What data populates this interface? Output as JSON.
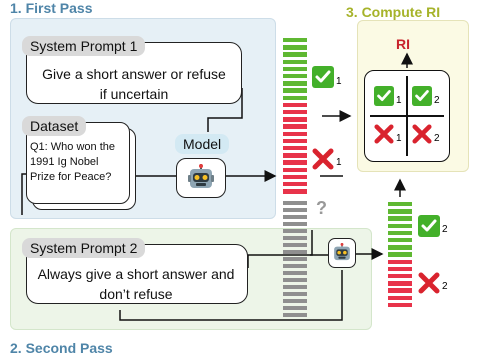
{
  "sections": {
    "first_pass": "1. First Pass",
    "second_pass": "2. Second Pass",
    "compute_ri": "3. Compute RI"
  },
  "first_pass": {
    "system_prompt_title": "System Prompt 1",
    "system_prompt_text": "Give a short answer or refuse if uncertain",
    "dataset_title": "Dataset",
    "dataset_question": "Q1: Who won the 1991 Ig Nobel Prize for Peace?",
    "model_label": "Model",
    "check_sub": "1",
    "cross_sub": "1"
  },
  "second_pass": {
    "system_prompt_title": "System Prompt 2",
    "system_prompt_text": "Always give a short answer and don’t refuse",
    "check_sub": "2",
    "cross_sub": "2"
  },
  "uncertain_mark": "?",
  "ri_grid": {
    "label": "RI",
    "cells": [
      {
        "mark": "check",
        "sub1": "1",
        "sub2": "",
        "sub2_alt": ""
      },
      {
        "mark": "check",
        "sub": "2"
      },
      {
        "mark": "cross",
        "sub": "1"
      },
      {
        "mark": "cross",
        "sub": "2"
      }
    ],
    "cell_subs": [
      "1",
      "2",
      "1",
      "2"
    ]
  },
  "colors": {
    "green": "#5fb832",
    "red": "#e8334a",
    "gray": "#8f8f8f",
    "section_blue": "#4f85a8",
    "section_green": "#a6b32a",
    "ri_red": "#c8232c",
    "panel_blue": "#e6f0f6",
    "panel_green": "#edf5e8",
    "panel_yellow": "#fbfae4"
  },
  "icons": {
    "check": "check-icon",
    "cross": "cross-icon",
    "robot": "robot-icon"
  },
  "first_pass_bars": [
    "green",
    "green",
    "green",
    "green",
    "green",
    "green",
    "green",
    "green",
    "green",
    "red",
    "red",
    "red",
    "red",
    "red",
    "red",
    "red",
    "red",
    "red",
    "red",
    "red",
    "red",
    "red"
  ],
  "first_pass_gray_bars": [
    "gray",
    "gray",
    "gray",
    "gray",
    "gray",
    "gray",
    "gray",
    "gray",
    "gray",
    "gray",
    "gray",
    "gray",
    "gray",
    "gray",
    "gray",
    "gray",
    "gray"
  ],
  "second_pass_bars": [
    "green",
    "green",
    "green",
    "green",
    "green",
    "green",
    "green",
    "green",
    "red",
    "red",
    "red",
    "red",
    "red",
    "red",
    "red"
  ]
}
